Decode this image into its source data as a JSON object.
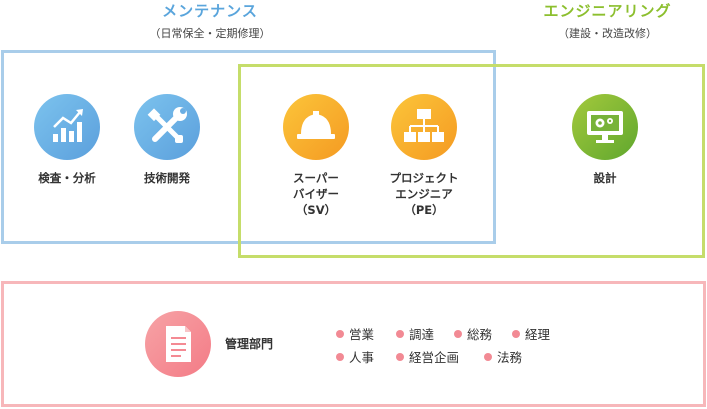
{
  "maintenance": {
    "title": "メンテナンス",
    "subtitle": "（日常保全・定期修理）",
    "color": "#5aa5dc",
    "items": [
      {
        "label": "検査・分析",
        "icon": "chart-icon"
      },
      {
        "label": "技術開発",
        "icon": "tools-icon"
      }
    ]
  },
  "engineering": {
    "title": "エンジニアリング",
    "subtitle": "（建設・改造改修）",
    "color": "#8cbf2e",
    "items": [
      {
        "label": "設計",
        "icon": "monitor-gear-icon"
      }
    ]
  },
  "shared": {
    "items": [
      {
        "line1": "スーパー",
        "line2": "バイザー",
        "line3": "（SV）",
        "icon": "hard-hat-icon"
      },
      {
        "line1": "プロジェクト",
        "line2": "エンジニア",
        "line3": "（PE）",
        "icon": "org-chart-icon"
      }
    ]
  },
  "management": {
    "label": "管理部門",
    "icon": "document-icon",
    "color": "#f28a94",
    "departments_row1": [
      "営業",
      "調達",
      "総務",
      "経理"
    ],
    "departments_row2": [
      "人事",
      "経営企画",
      "法務"
    ]
  }
}
